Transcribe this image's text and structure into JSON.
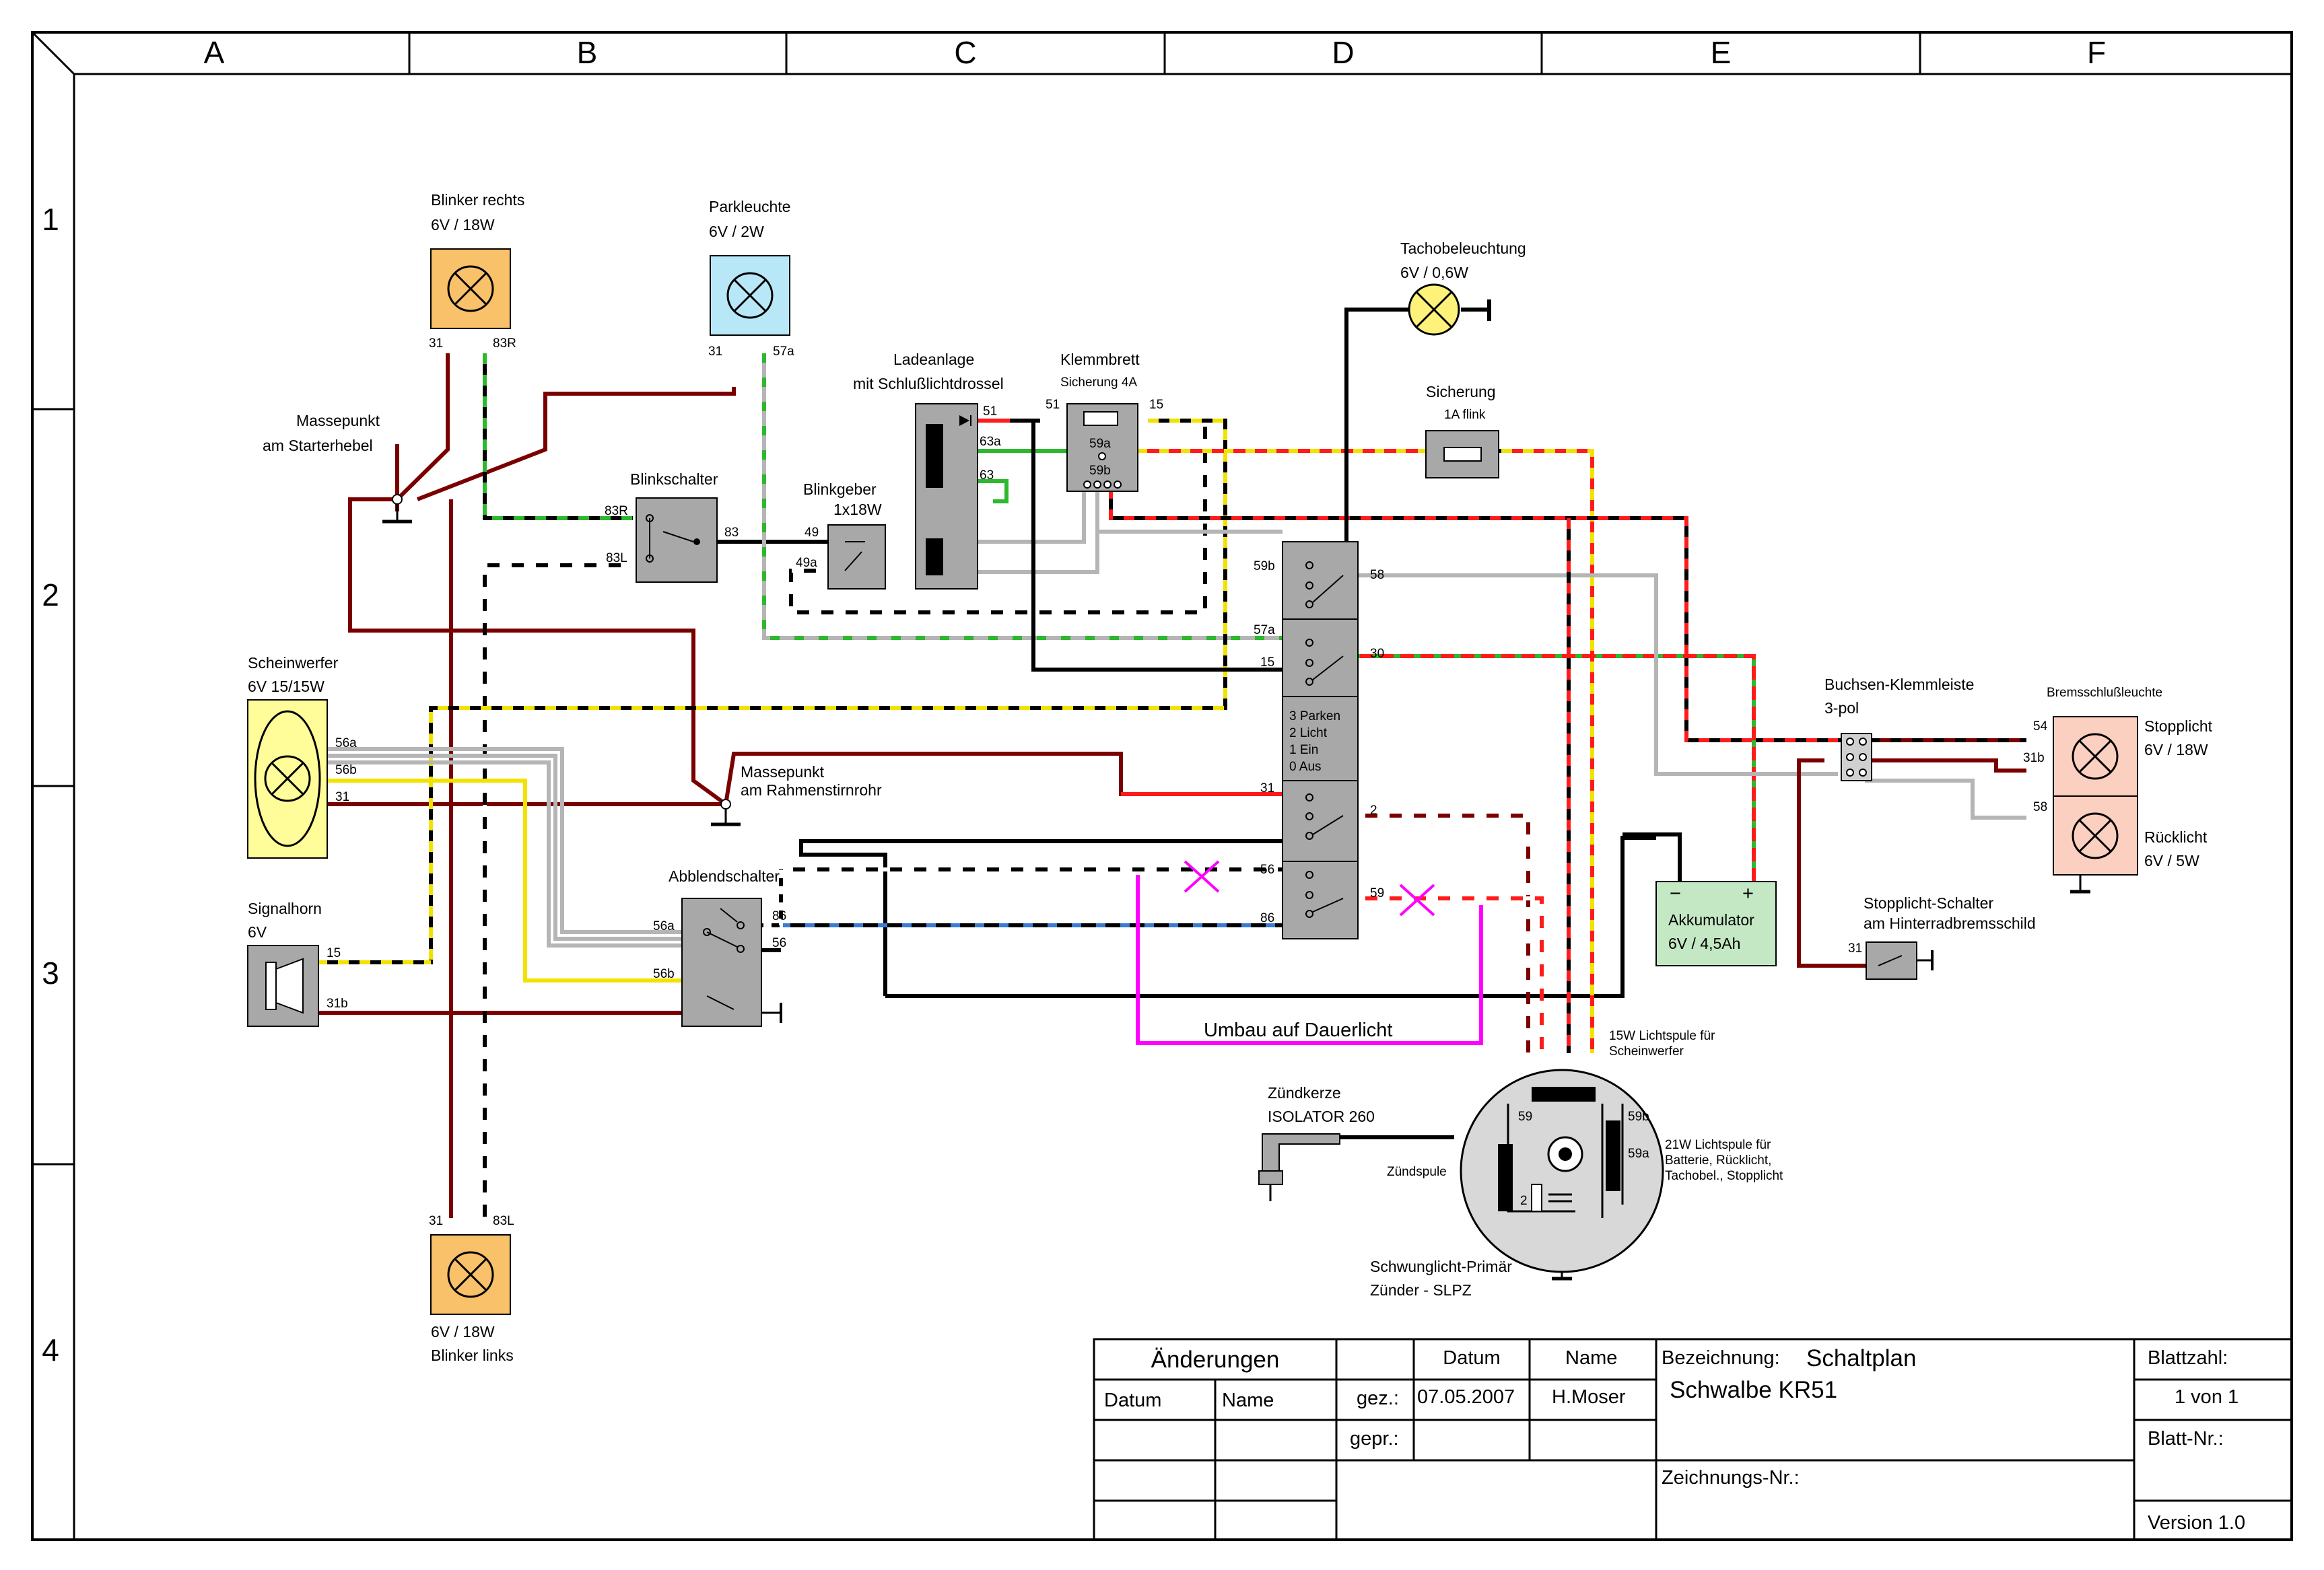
{
  "grid": {
    "columns": [
      "A",
      "B",
      "C",
      "D",
      "E",
      "F"
    ],
    "rows": [
      "1",
      "2",
      "3",
      "4"
    ]
  },
  "components": {
    "blinker_rechts": {
      "name": "Blinker rechts",
      "rating": "6V / 18W",
      "pin_a": "31",
      "pin_b": "83R"
    },
    "parkleuchte": {
      "name": "Parkleuchte",
      "rating": "6V / 2W",
      "pin_a": "31",
      "pin_b": "57a"
    },
    "tachobeleuchtung": {
      "name": "Tachobeleuchtung",
      "rating": "6V / 0,6W"
    },
    "massepunkt_starter": {
      "line1": "Massepunkt",
      "line2": "am Starterhebel"
    },
    "blinkschalter": {
      "name": "Blinkschalter",
      "pin_83r": "83R",
      "pin_83l": "83L",
      "pin_83": "83"
    },
    "blinkgeber": {
      "name": "Blinkgeber",
      "rating": "1x18W",
      "pin_49": "49",
      "pin_49a": "49a"
    },
    "ladeanlage": {
      "line1": "Ladeanlage",
      "line2": "mit Schlußlichtdrossel",
      "pin_51": "51",
      "pin_63a": "63a",
      "pin_63": "63"
    },
    "klemmbrett": {
      "name": "Klemmbrett",
      "fuse": "Sicherung 4A",
      "pin_51": "51",
      "pin_15": "15",
      "pin_59a": "59a",
      "pin_59b": "59b"
    },
    "sicherung": {
      "name": "Sicherung",
      "rating": "1A flink"
    },
    "scheinwerfer": {
      "name": "Scheinwerfer",
      "rating": "6V 15/15W",
      "pin_56a": "56a",
      "pin_56b": "56b",
      "pin_31": "31"
    },
    "signalhorn": {
      "name": "Signalhorn",
      "rating": "6V",
      "pin_15": "15",
      "pin_31b": "31b"
    },
    "massepunkt_rahmen": {
      "line1": "Massepunkt",
      "line2": "am Rahmenstirnrohr"
    },
    "abblendschalter": {
      "name": "Abblendschalter",
      "pin_56a": "56a",
      "pin_56b": "56b",
      "pin_86": "86",
      "pin_56": "56"
    },
    "zuendschloss": {
      "pin_59b": "59b",
      "pin_58": "58",
      "pin_57a": "57a",
      "pin_15": "15",
      "pin_30": "30",
      "pin_31": "31",
      "pin_2": "2",
      "pin_56": "56",
      "pin_86": "86",
      "pin_59": "59",
      "legend": [
        "3 Parken",
        "2 Licht",
        "1 Ein",
        "0 Aus"
      ]
    },
    "buchsen_klemmleiste": {
      "name": "Buchsen-Klemmleiste",
      "type": "3-pol"
    },
    "bremsschlussleuchte": {
      "name": "Bremsschlußleuchte",
      "stop": "Stopplicht",
      "stop_rating": "6V / 18W",
      "rueck": "Rücklicht",
      "rueck_rating": "6V / 5W",
      "pin_54": "54",
      "pin_31b": "31b",
      "pin_58": "58"
    },
    "akkumulator": {
      "minus": "−",
      "plus": "+",
      "name": "Akkumulator",
      "rating": "6V / 4,5Ah"
    },
    "stopplicht_schalter": {
      "line1": "Stopplicht-Schalter",
      "line2": "am Hinterradbremsschild",
      "pin_31": "31"
    },
    "umbau": {
      "label": "Umbau auf Dauerlicht"
    },
    "zuendkerze": {
      "line1": "Zündkerze",
      "line2": "ISOLATOR 260"
    },
    "zuendspule": {
      "label": "Zündspule"
    },
    "lichtspule15": {
      "line1": "15W Lichtspule für",
      "line2": "Scheinwerfer"
    },
    "lichtspule21": {
      "line1": "21W Lichtspule für",
      "line2": "Batterie, Rücklicht,",
      "line3": "Tachobel., Stopplicht"
    },
    "slpz": {
      "line1": "Schwunglicht-Primär",
      "line2": "Zünder - SLPZ",
      "pin_59": "59",
      "pin_2": "2",
      "pin_59b": "59b",
      "pin_59a": "59a"
    },
    "blinker_links": {
      "name": "Blinker links",
      "rating": "6V / 18W",
      "pin_a": "31",
      "pin_b": "83L"
    }
  },
  "title_block": {
    "aenderungen": "Änderungen",
    "datum_hdr": "Datum",
    "name_hdr": "Name",
    "datum_col": "Datum",
    "name_col": "Name",
    "gez": "gez.:",
    "gez_date": "07.05.2007",
    "gez_name": "H.Moser",
    "gepr": "gepr.:",
    "bezeichnung_label": "Bezeichnung:",
    "bezeichnung": "Schaltplan",
    "subtitle": "Schwalbe KR51",
    "zeichnungs_nr": "Zeichnungs-Nr.:",
    "blattzahl": "Blattzahl:",
    "blatt_value": "1 von 1",
    "blatt_nr": "Blatt-Nr.:",
    "version": "Version 1.0"
  }
}
